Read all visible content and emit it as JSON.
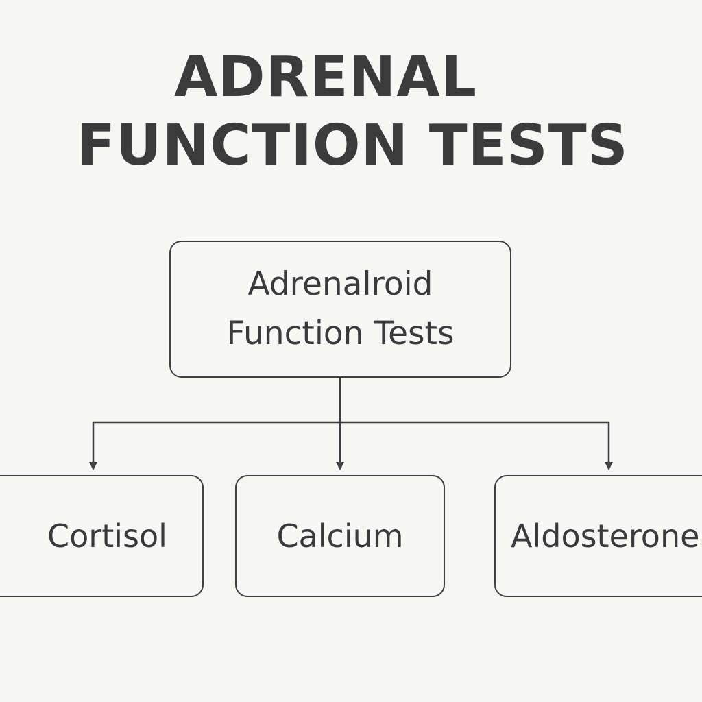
{
  "title": {
    "line1": "ADRENAL",
    "line2": "FUNCTION TESTS"
  },
  "root": {
    "line1": "Adrenalroid",
    "line2": "Function Tests"
  },
  "children": [
    {
      "label": "Cortisol"
    },
    {
      "label": "Calcium"
    },
    {
      "label": "Aldosterone"
    }
  ],
  "colors": {
    "background": "#f6f6f5",
    "stroke": "#3f3f3f",
    "text": "#3a3a3a"
  }
}
